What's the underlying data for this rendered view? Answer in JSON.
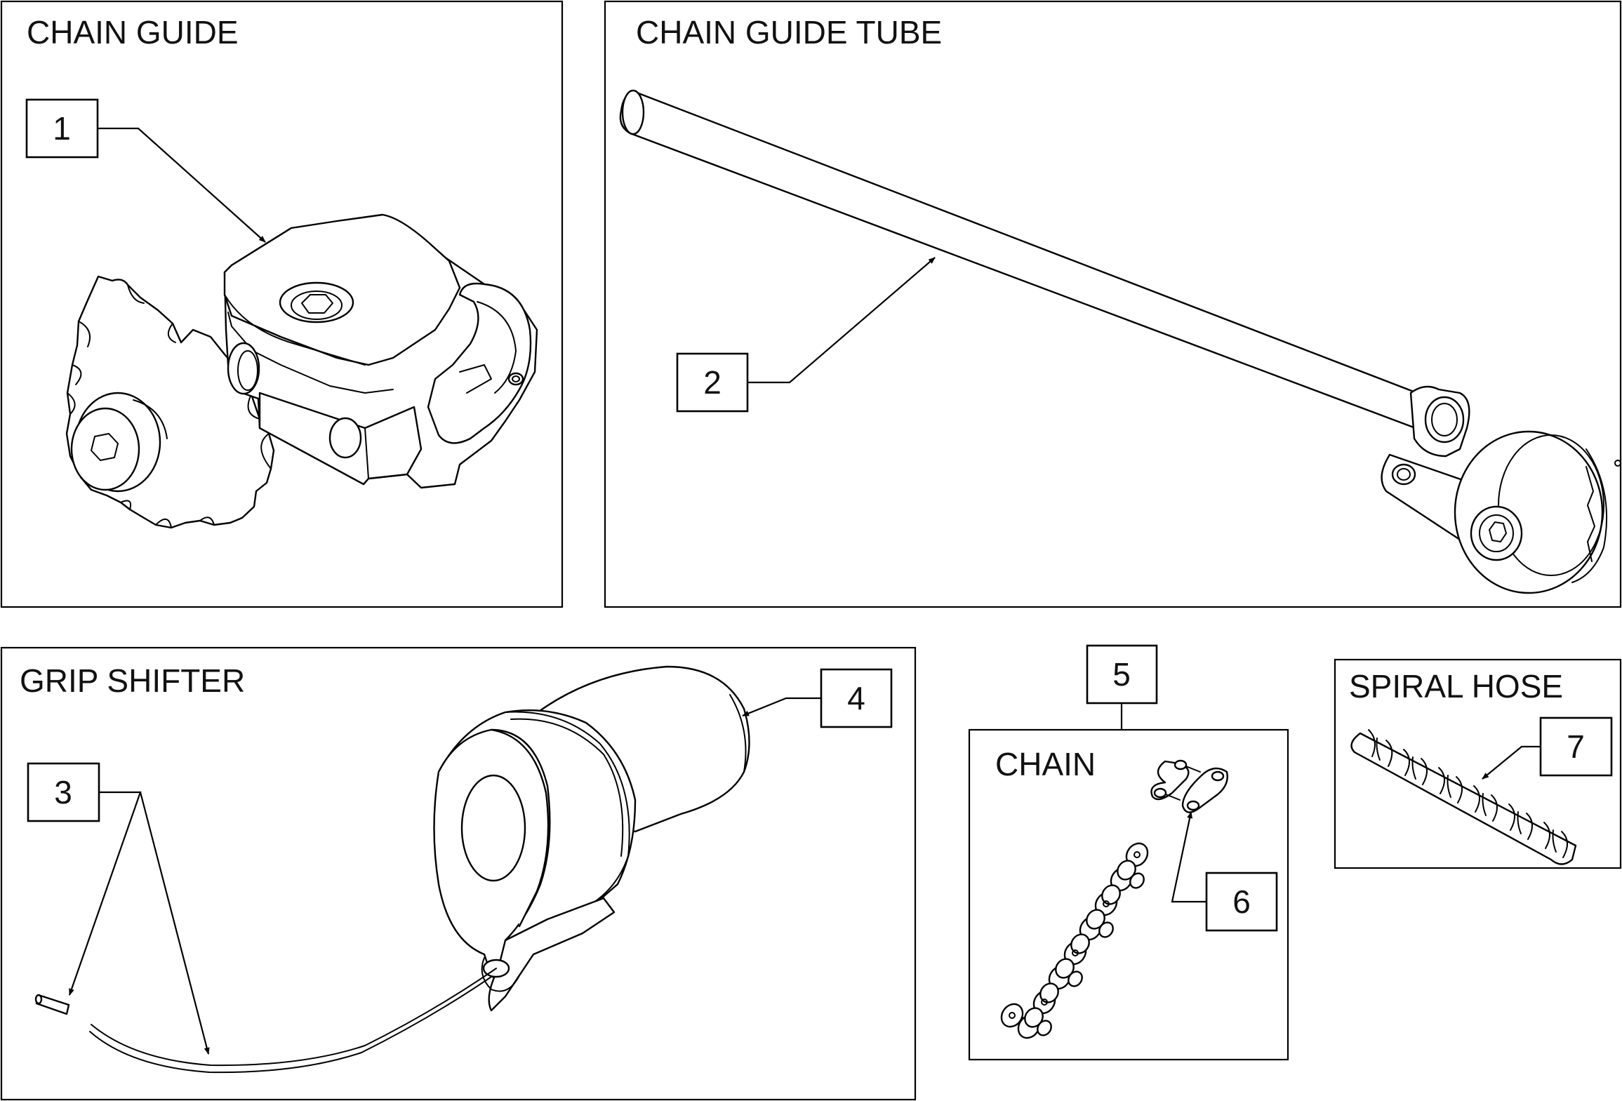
{
  "panels": {
    "chain_guide": {
      "title": "CHAIN GUIDE"
    },
    "chain_guide_tube": {
      "title": "CHAIN GUIDE TUBE"
    },
    "grip_shifter": {
      "title": "GRIP SHIFTER"
    },
    "chain": {
      "title": "CHAIN"
    },
    "spiral_hose": {
      "title": "SPIRAL HOSE"
    }
  },
  "callouts": {
    "c1": "1",
    "c2": "2",
    "c3": "3",
    "c4": "4",
    "c5": "5",
    "c6": "6",
    "c7": "7"
  }
}
